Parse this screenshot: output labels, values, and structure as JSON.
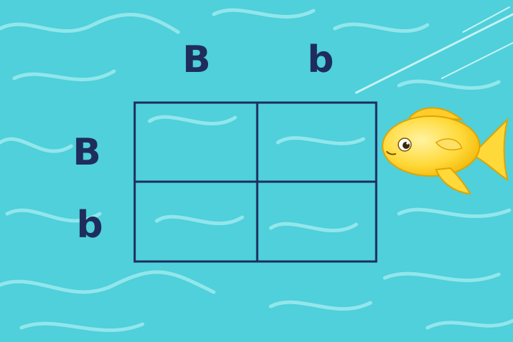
{
  "punnett_square": {
    "column_headers": [
      "B",
      "b"
    ],
    "row_headers": [
      "B",
      "b"
    ],
    "cells": [
      [
        "",
        ""
      ],
      [
        "",
        ""
      ]
    ]
  },
  "colors": {
    "water": "#4fd0da",
    "water_light": "#a8eef2",
    "grid_line": "#1e2d5c",
    "label": "#1e2d5c",
    "fish_body": "#ffd93a",
    "fish_outline": "#e0a400"
  },
  "decorations": {
    "background": "water-ripple-pattern",
    "character": "goldfish-icon"
  }
}
